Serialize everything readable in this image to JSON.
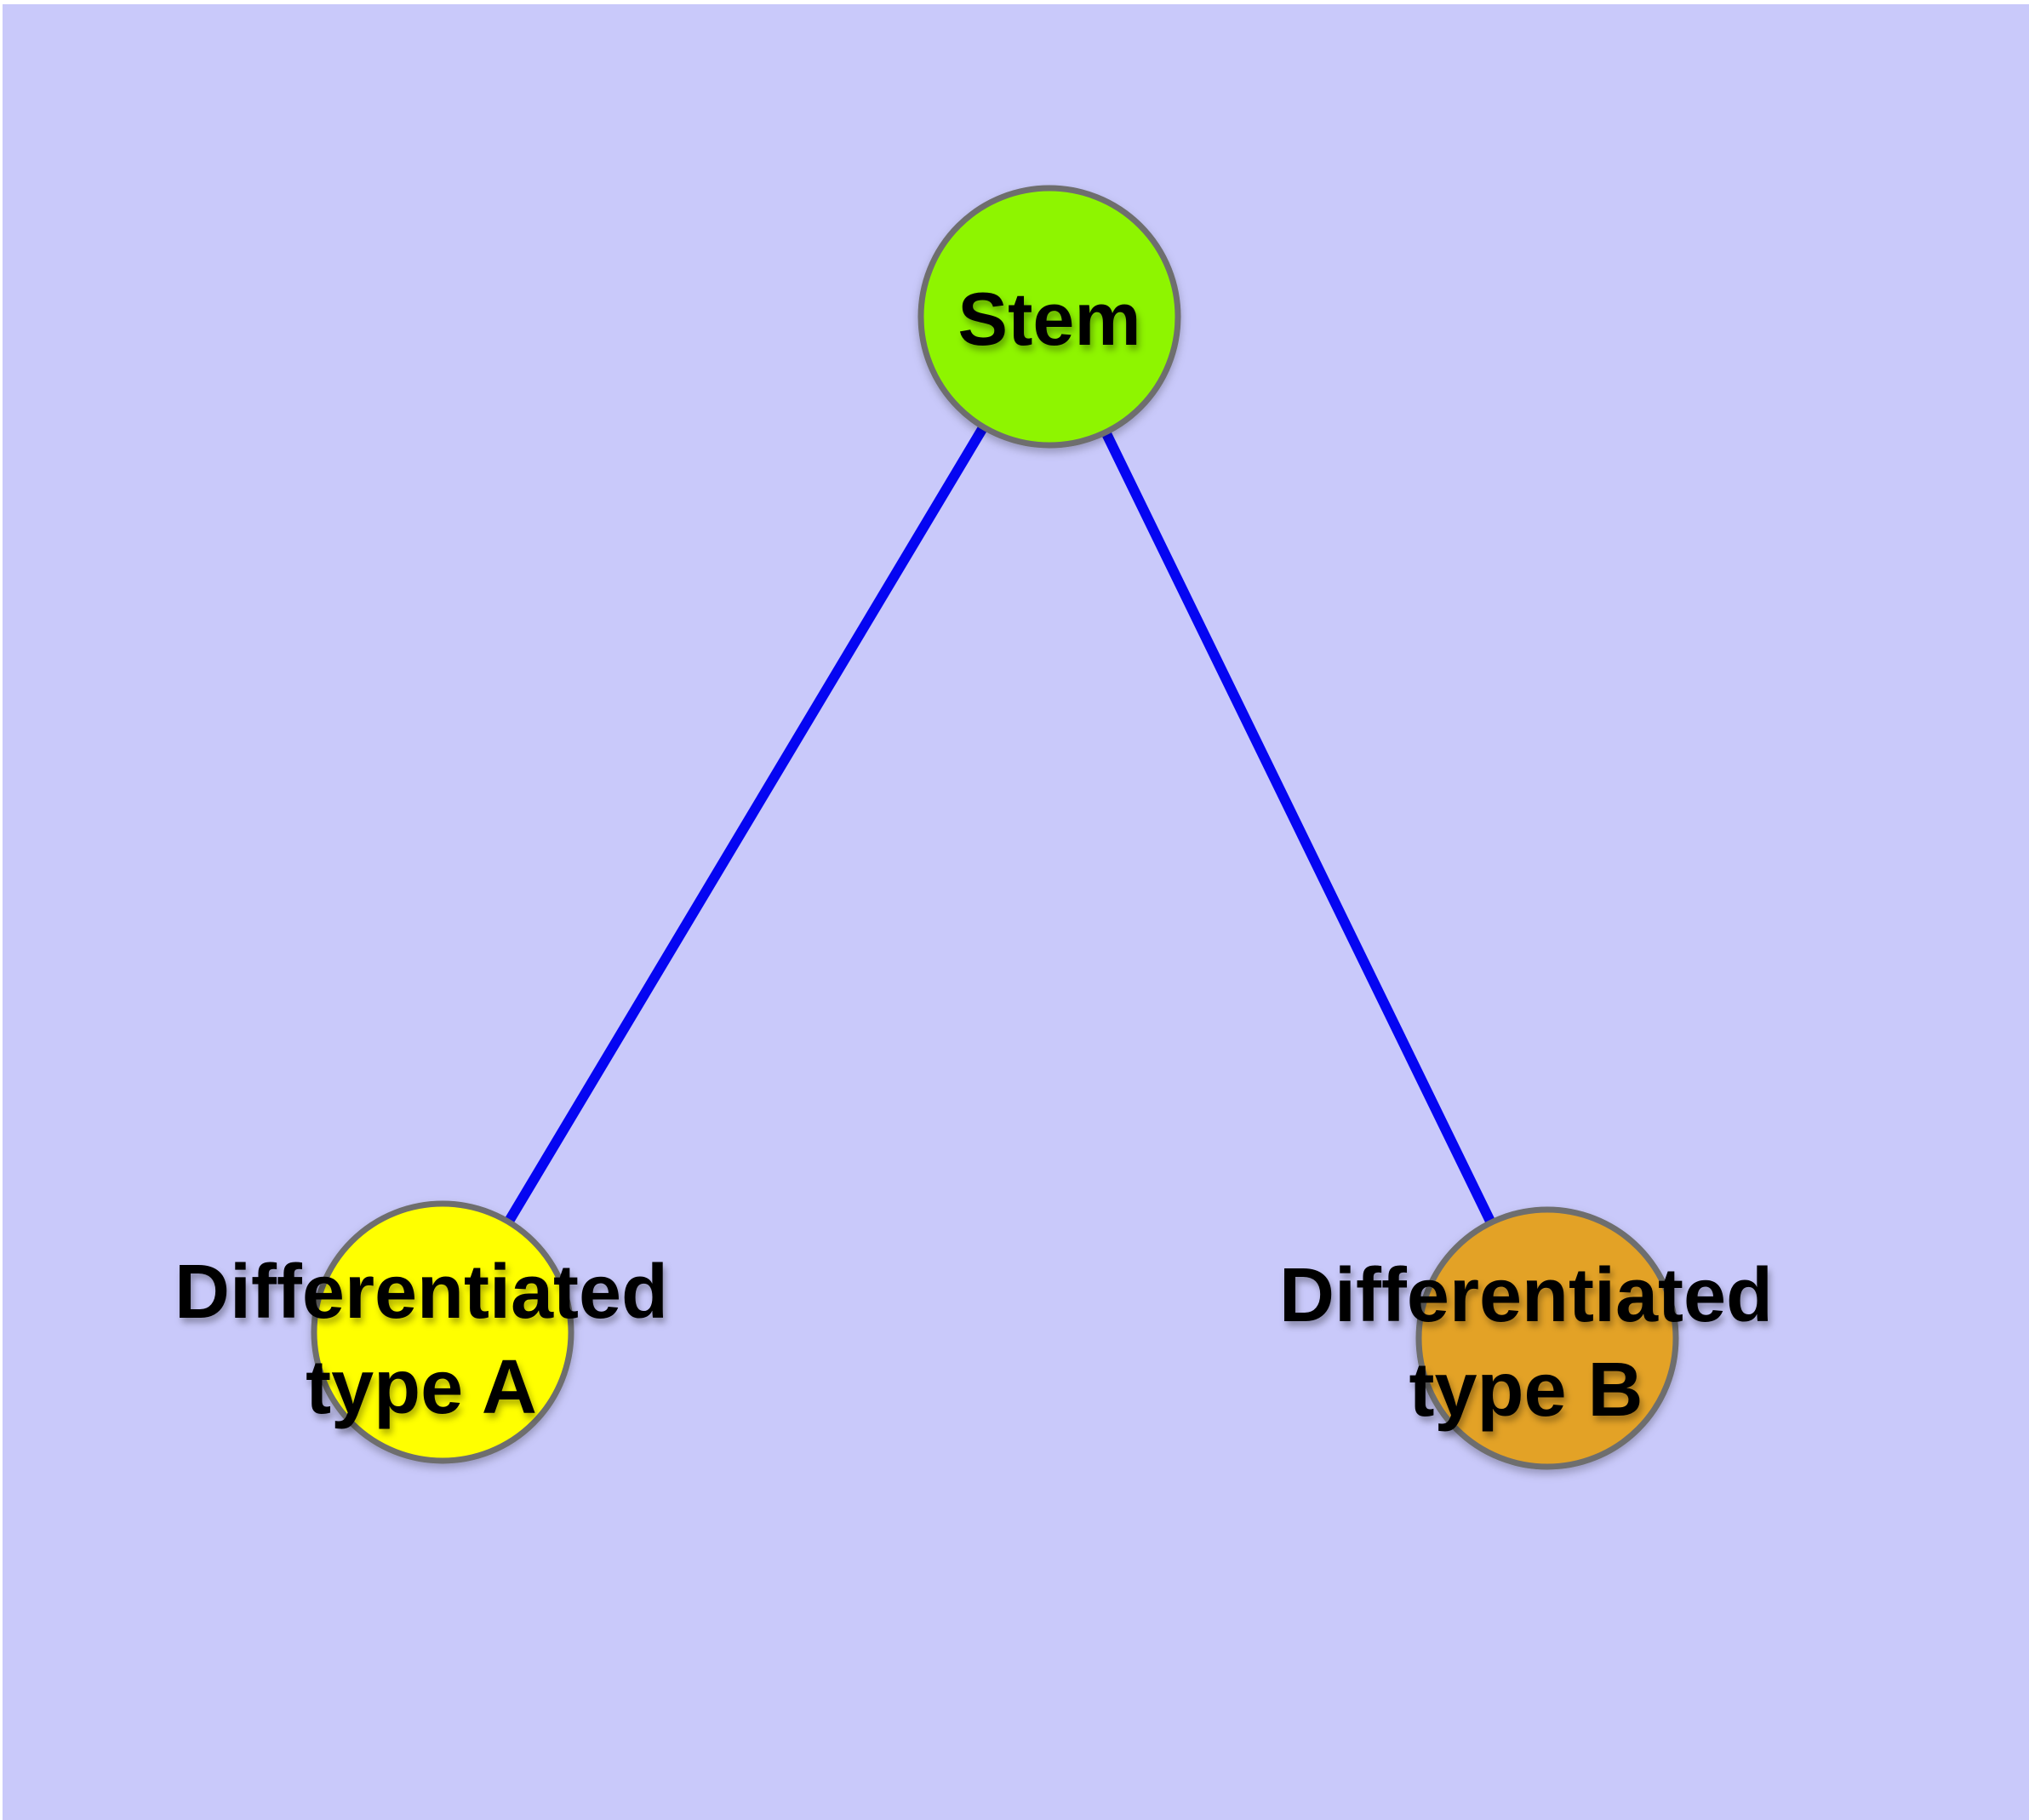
{
  "canvas": {
    "background_color": "#c9c9fa",
    "margin_color": "#ffffff"
  },
  "graph": {
    "edge_color": "#0505f2",
    "node_border_color": "#6e6e6e",
    "label_color": "#000000",
    "nodes": [
      {
        "id": "stem",
        "lines": [
          "Stem"
        ],
        "fill": "#8ef500"
      },
      {
        "id": "differentiated-type-a",
        "lines": [
          "Differentiated",
          "type A"
        ],
        "fill": "#ffff00"
      },
      {
        "id": "differentiated-type-b",
        "lines": [
          "Differentiated",
          "type B"
        ],
        "fill": "#e3a227"
      }
    ],
    "edges": [
      {
        "from": "stem",
        "to": "differentiated-type-a"
      },
      {
        "from": "stem",
        "to": "differentiated-type-b"
      }
    ]
  }
}
